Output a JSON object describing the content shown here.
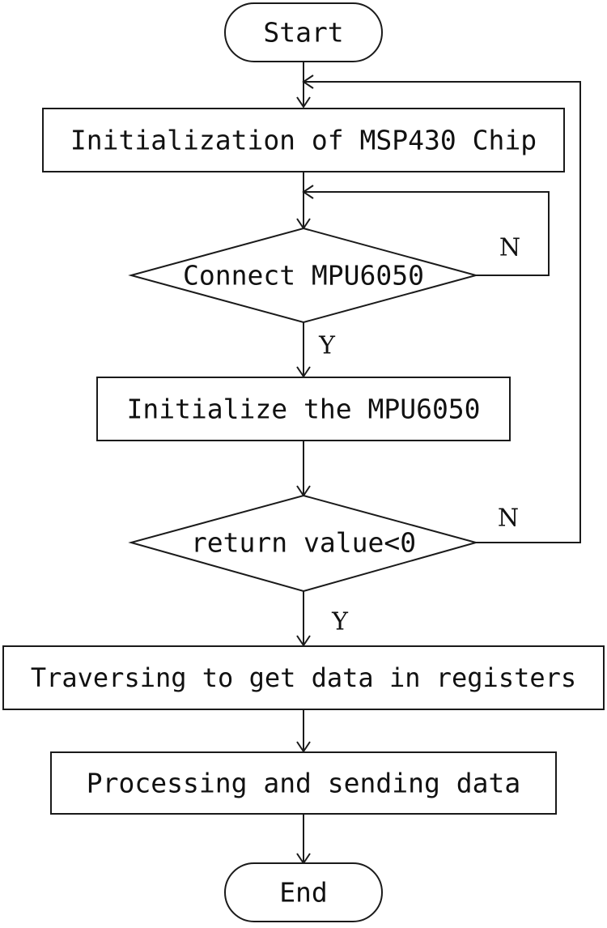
{
  "nodes": {
    "start": "Start",
    "init_chip": "Initialization of MSP430 Chip",
    "connect": "Connect MPU6050",
    "init_mpu": "Initialize the MPU6050",
    "return_check": "return value<0",
    "traverse": "Traversing to get data in registers",
    "process": "Processing and sending data",
    "end": "End"
  },
  "branch_labels": {
    "connect_yes": "Y",
    "connect_no": "N",
    "return_yes": "Y",
    "return_no": "N"
  }
}
